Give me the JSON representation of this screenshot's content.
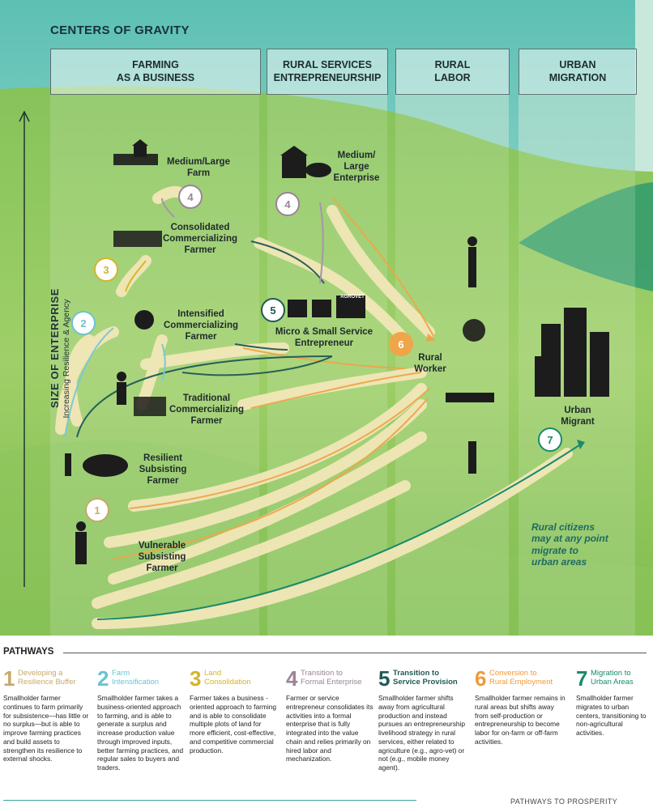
{
  "title": "CENTERS OF GRAVITY",
  "columns": [
    {
      "label": "FARMING\nAS A BUSINESS"
    },
    {
      "label": "RURAL SERVICES\nENTREPRENEURSHIP"
    },
    {
      "label": "RURAL\nLABOR"
    },
    {
      "label": "URBAN\nMIGRATION"
    }
  ],
  "axis": {
    "label": "SIZE OF ENTERPRISE",
    "sublabel": "Increasing Resilience & Agency"
  },
  "nodes": {
    "medium_large_farm": "Medium/Large\nFarm",
    "consolidated": "Consolidated\nCommercializing\nFarmer",
    "intensified": "Intensified\nCommercializing\nFarmer",
    "traditional": "Traditional\nCommercializing\nFarmer",
    "resilient": "Resilient\nSubsisting\nFarmer",
    "vulnerable": "Vulnerable\nSubsisting\nFarmer",
    "medium_large_enterprise": "Medium/\nLarge\nEnterprise",
    "micro_small": "Micro & Small Service\nEntrepreneur",
    "rural_worker": "Rural\nWorker",
    "urban_migrant": "Urban\nMigrant",
    "agrovet_sign": "AGROVET"
  },
  "migration_note": "Rural citizens\nmay at any point\nmigrate to\nurban areas",
  "pathways_heading": "PATHWAYS",
  "pathways": [
    {
      "num": "1",
      "title": "Developing a\nResilience Buffer",
      "color": "#c9a86a",
      "desc": "Smallholder farmer continues to farm primarily for subsistence—has little or no surplus—but is able to improve farming practices and build assets to strengthen its resilience to external shocks."
    },
    {
      "num": "2",
      "title": "Farm\nIntensification",
      "color": "#6cc3d2",
      "desc": "Smallholder farmer takes a business-oriented approach to farming, and is able to generate a surplus and increase production value through improved inputs, better farming practices, and regular sales to buyers and traders."
    },
    {
      "num": "3",
      "title": "Land\nConsolidation",
      "color": "#d4b42a",
      "desc": "Farmer takes a business -oriented approach to farming and is able to consolidate multiple plots of land for more efficient, cost-effective, and competitive commercial production."
    },
    {
      "num": "4",
      "title": "Transition to\nFormal Enterprise",
      "color": "#9a8498",
      "desc": "Farmer or service entrepreneur consolidates its activities into a formal enterprise that is fully integrated into the value chain and relies primarily on hired labor and mechanization."
    },
    {
      "num": "5",
      "title": "Transition to\nService Provision",
      "color": "#1f5a56",
      "desc": "Smallholder farmer shifts away from agricultural production and instead pursues an entrepreneurship livelihood strategy in rural services, either related to agriculture (e.g., agro-vet) or not (e.g., mobile money agent)."
    },
    {
      "num": "6",
      "title": "Conversion to\nRural Employment",
      "color": "#ef9a3a",
      "desc": "Smallholder farmer remains in rural areas but shifts away from self-production or entrepreneurship to become labor for on-farm or off-farm activities."
    },
    {
      "num": "7",
      "title": "Migration to\nUrban Areas",
      "color": "#1a8a6c",
      "desc": "Smallholder farmer migrates to urban centers, transitioning to non-agricultural activities."
    }
  ],
  "footer": "PATHWAYS TO PROSPERITY",
  "colors": {
    "sky_top": "#5fc2b4",
    "hill_light": "#a9d36e",
    "hill_dark": "#7cbb4e",
    "arrow_cream": "#f2e7b8",
    "arrow_orange": "#efa54a",
    "arrow_teal": "#1f5a56",
    "arrow_purple": "#a795a8",
    "arrow_blue": "#7ec7d4",
    "arrow_yellow": "#d8b62e",
    "arrow_green": "#1a8a6c"
  }
}
